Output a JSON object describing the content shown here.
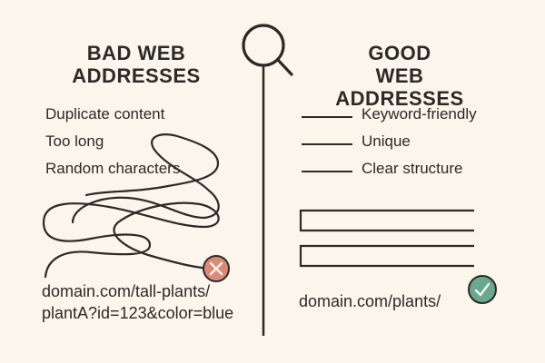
{
  "bad": {
    "title_line1": "BAD WEB",
    "title_line2": "ADDRESSES",
    "items": [
      "Duplicate content",
      "Too long",
      "Random characters"
    ],
    "url_line1": "domain.com/tall-plants/",
    "url_line2": "plantA?id=123&color=blue",
    "status_icon": "x-icon",
    "status_color": "#d98a78"
  },
  "good": {
    "title_line1": "GOOD",
    "title_line2": "WEB ADDRESSES",
    "items": [
      "Keyword-friendly",
      "Unique",
      "Clear structure"
    ],
    "url": "domain.com/plants/",
    "status_icon": "check-icon",
    "status_color": "#6aa890"
  },
  "divider": {
    "icon": "magnifier-icon"
  },
  "colors": {
    "background": "#fbf5ec",
    "ink": "#2b2a27"
  }
}
